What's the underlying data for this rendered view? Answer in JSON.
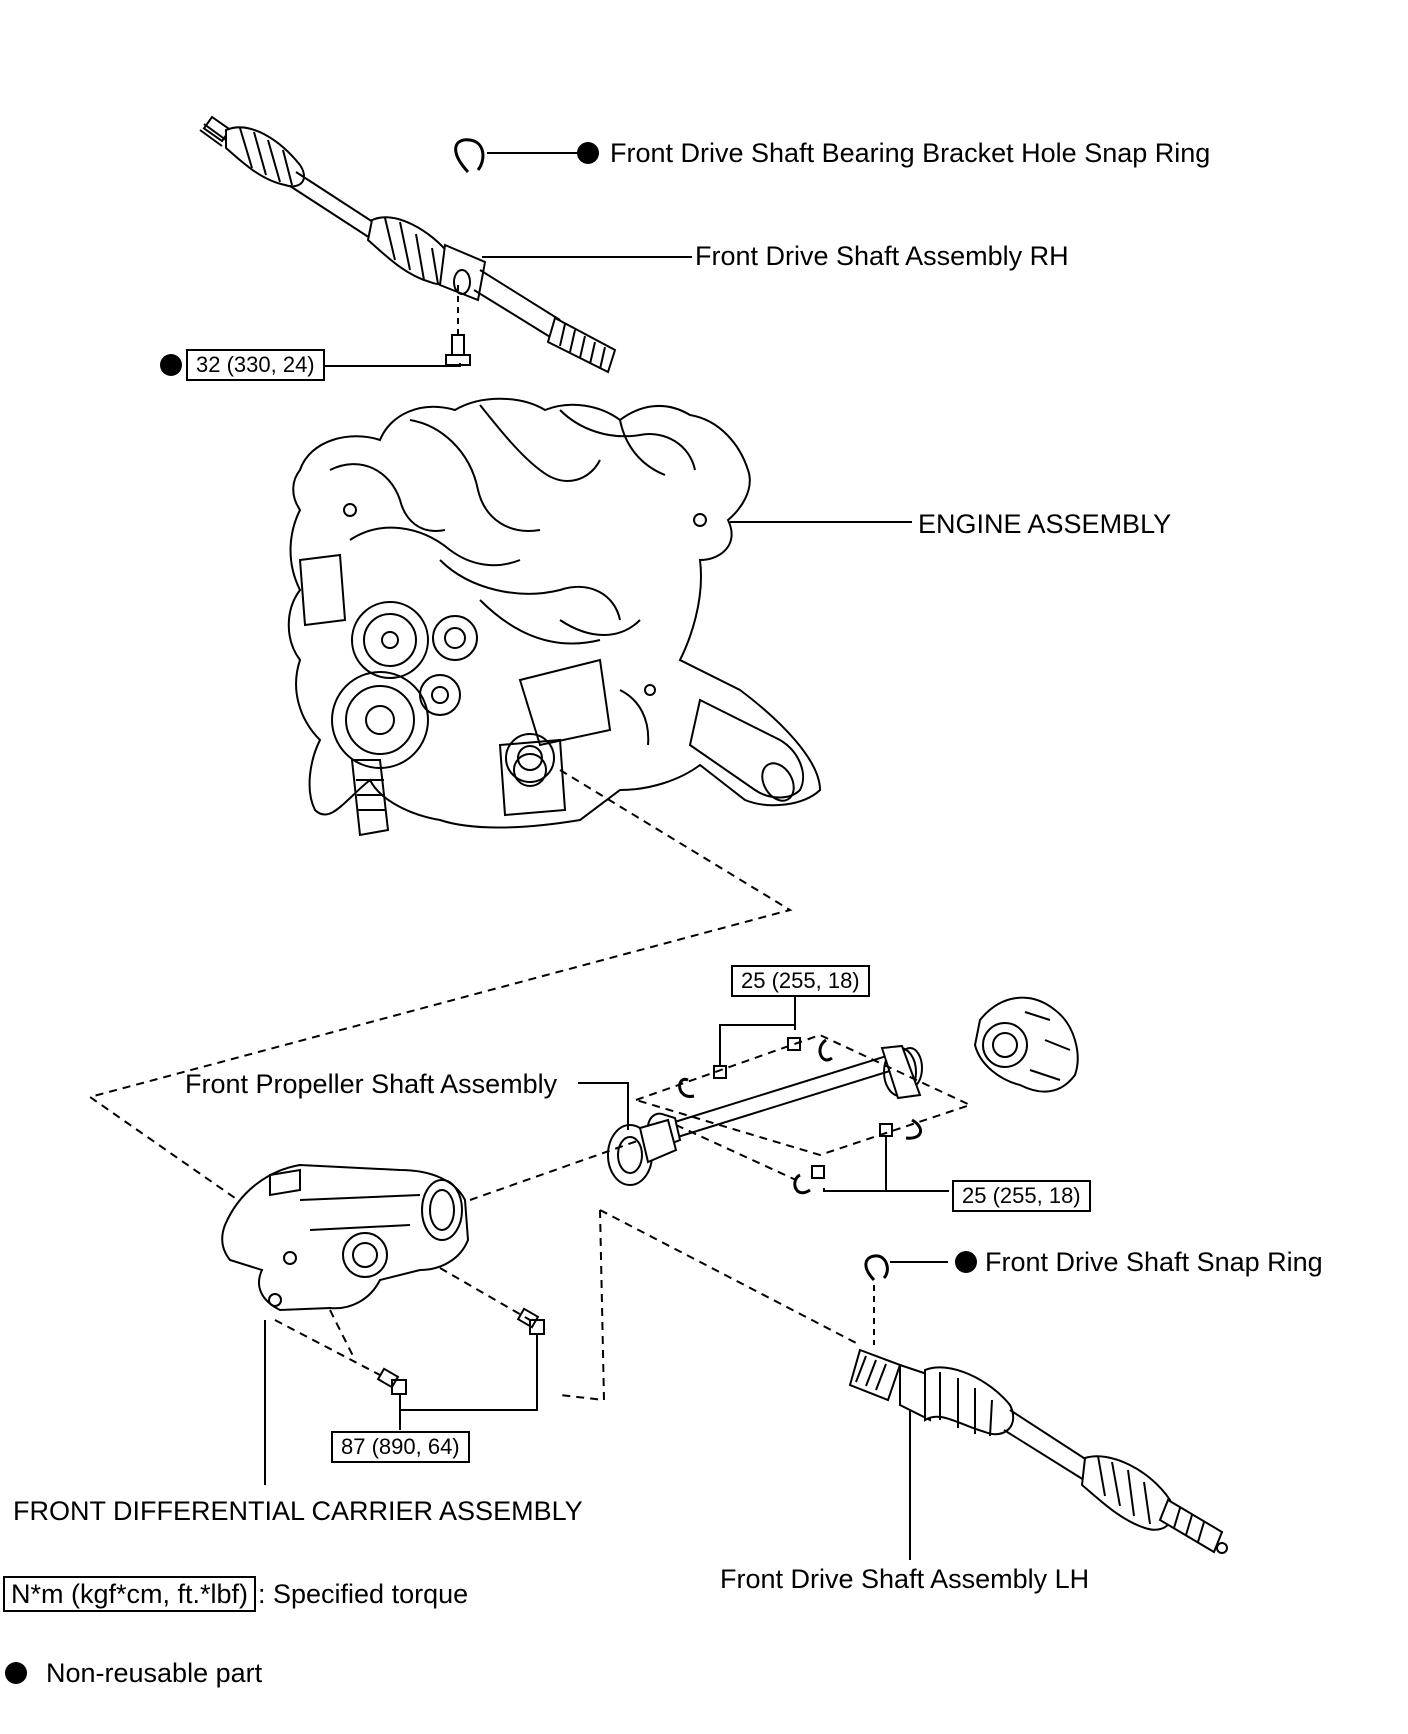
{
  "labels": {
    "bracket_snap_ring": "Front Drive Shaft Bearing Bracket Hole Snap Ring",
    "shaft_rh": "Front Drive Shaft Assembly RH",
    "engine": "ENGINE ASSEMBLY",
    "propeller_shaft": "Front Propeller Shaft Assembly",
    "shaft_snap_ring": "Front Drive Shaft Snap Ring",
    "diff_carrier": "FRONT DIFFERENTIAL CARRIER ASSEMBLY",
    "shaft_lh": "Front Drive Shaft Assembly LH"
  },
  "torques": {
    "rh_bolt": "32 (330, 24)",
    "prop_upper": "25 (255, 18)",
    "prop_lower": "25 (255, 18)",
    "diff_bolts": "87 (890, 64)"
  },
  "legend": {
    "torque_unit": "N*m (kgf*cm, ft.*lbf)",
    "torque_text": ": Specified torque",
    "nonreusable_text": "Non-reusable part"
  },
  "icons": [
    "snap-ring-icon",
    "bolt-icon",
    "drive-shaft-icon",
    "engine-icon",
    "propeller-shaft-icon",
    "differential-icon",
    "transfer-icon",
    "non-reusable-dot-icon"
  ]
}
